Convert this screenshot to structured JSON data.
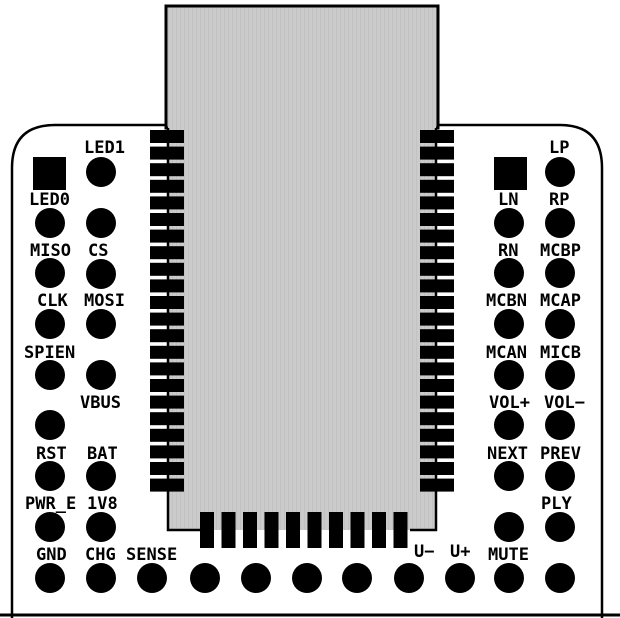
{
  "board": {
    "module_label_left": [
      "LED1",
      "LED0",
      "MISO",
      "CS",
      "CLK",
      "MOSI",
      "SPIEN",
      "VBUS",
      "RST",
      "BAT",
      "PWR_E",
      "1V8",
      "GND",
      "CHG"
    ],
    "module_label_right": [
      "LP",
      "LN",
      "RP",
      "RN",
      "MCBP",
      "MCBN",
      "MCAP",
      "MCAN",
      "MICB",
      "VOL+",
      "VOL−",
      "NEXT",
      "PREV",
      "PLY",
      "MUTE"
    ],
    "bottom_labels": [
      "SENSE",
      "U−",
      "U+"
    ]
  },
  "colors": {
    "board_fill": "#ffffff",
    "module_fill": "#c8c8c8",
    "hatch": "#b4b4b4",
    "pad": "#000000"
  }
}
